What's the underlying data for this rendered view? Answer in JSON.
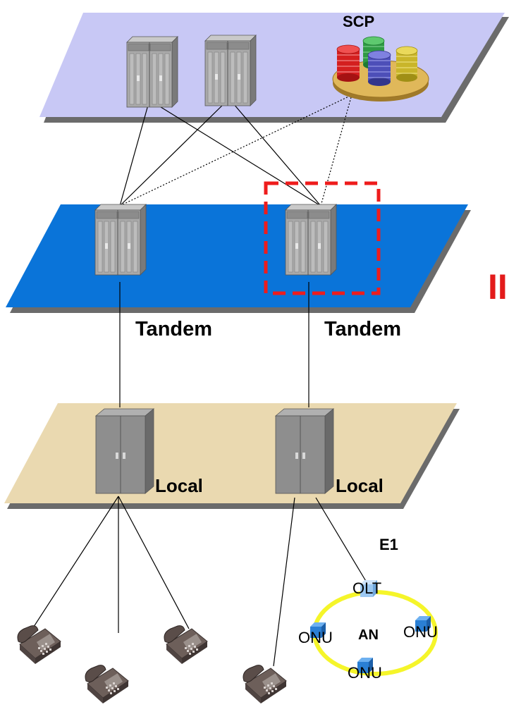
{
  "labels": {
    "scp": "SCP",
    "tandem_left": "Tandem",
    "tandem_right": "Tandem",
    "local_left": "Local",
    "local_right": "Local",
    "e1": "E1",
    "olt": "OLT",
    "an": "AN",
    "onu_left": "ONU",
    "onu_right": "ONU",
    "onu_bottom": "ONU",
    "side_mark": "II"
  },
  "colors": {
    "top_plane": "#c8c8f5",
    "tandem_plane": "#0a74d9",
    "local_plane": "#ead9b0",
    "plane_shadow": "#6b6b6b",
    "highlight_box": "#ee1c1c",
    "ring": "#f5f52a",
    "onu_cube": "#2a7fd4",
    "olt_cube": "#9cc8f2",
    "side_mark": "#e31b1b"
  },
  "icons": [
    "switch-rack-icon",
    "database-disks-icon",
    "telephone-icon",
    "cube-icon"
  ]
}
